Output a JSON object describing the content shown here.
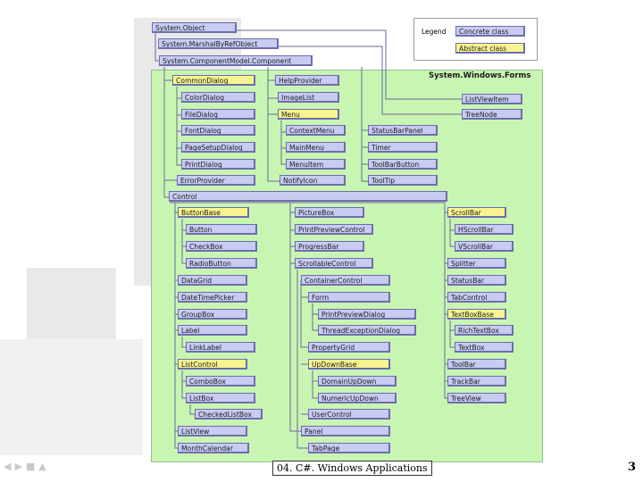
{
  "diagram": {
    "top_nodes": {
      "system_object": "System.Object",
      "marshal_by_ref_object": "System.MarshalByRefObject",
      "component": "System.ComponentModel.Component"
    },
    "legend": {
      "title": "Legend",
      "concrete": "Concrete class",
      "abstract": "Abstract class"
    },
    "namespace_label": "System.Windows.Forms",
    "component_children": {
      "common_dialog": "CommonDialog",
      "color_dialog": "ColorDialog",
      "file_dialog": "FileDialog",
      "font_dialog": "FontDialog",
      "page_setup_dialog": "PageSetupDialog",
      "print_dialog": "PrintDialog",
      "error_provider": "ErrorProvider",
      "help_provider": "HelpProvider",
      "image_list": "ImageList",
      "menu": "Menu",
      "context_menu": "ContextMenu",
      "main_menu": "MainMenu",
      "menu_item": "MenuItem",
      "notify_icon": "NotifyIcon",
      "status_bar_panel": "StatusBarPanel",
      "timer": "Timer",
      "tool_bar_button": "ToolBarButton",
      "tool_tip": "ToolTip",
      "list_view_item": "ListViewItem",
      "tree_node": "TreeNode"
    },
    "control_tree": {
      "control": "Control",
      "button_base": "ButtonBase",
      "button": "Button",
      "check_box": "CheckBox",
      "radio_button": "RadioButton",
      "data_grid": "DataGrid",
      "date_time_picker": "DateTimePicker",
      "group_box": "GroupBox",
      "label": "Label",
      "link_label": "LinkLabel",
      "list_control": "ListControl",
      "combo_box": "ComboBox",
      "list_box": "ListBox",
      "checked_list_box": "CheckedListBox",
      "list_view": "ListView",
      "month_calendar": "MonthCalendar",
      "picture_box": "PictureBox",
      "print_preview_control": "PrintPreviewControl",
      "progress_bar": "ProgressBar",
      "scrollable_control": "ScrollableControl",
      "container_control": "ContainerControl",
      "form": "Form",
      "print_preview_dialog": "PrintPreviewDialog",
      "thread_exception_dialog": "ThreadExceptionDialog",
      "property_grid": "PropertyGrid",
      "up_down_base": "UpDownBase",
      "domain_up_down": "DomainUpDown",
      "numeric_up_down": "NumericUpDown",
      "user_control": "UserControl",
      "panel": "Panel",
      "tab_page": "TabPage",
      "scroll_bar": "ScrollBar",
      "h_scroll_bar": "HScrollBar",
      "v_scroll_bar": "VScrollBar",
      "splitter": "Splitter",
      "status_bar": "StatusBar",
      "tab_control": "TabControl",
      "text_box_base": "TextBoxBase",
      "rich_text_box": "RichTextBox",
      "text_box": "TextBox",
      "tool_bar": "ToolBar",
      "track_bar": "TrackBar",
      "tree_view": "TreeView"
    }
  },
  "footer": {
    "caption": "04. C#. Windows Applications",
    "page_number": "3"
  },
  "colors": {
    "concrete": "#c8cbf2",
    "abstract": "#f8f490",
    "panel": "#c9f5b3",
    "line": "#6a6a9a"
  }
}
